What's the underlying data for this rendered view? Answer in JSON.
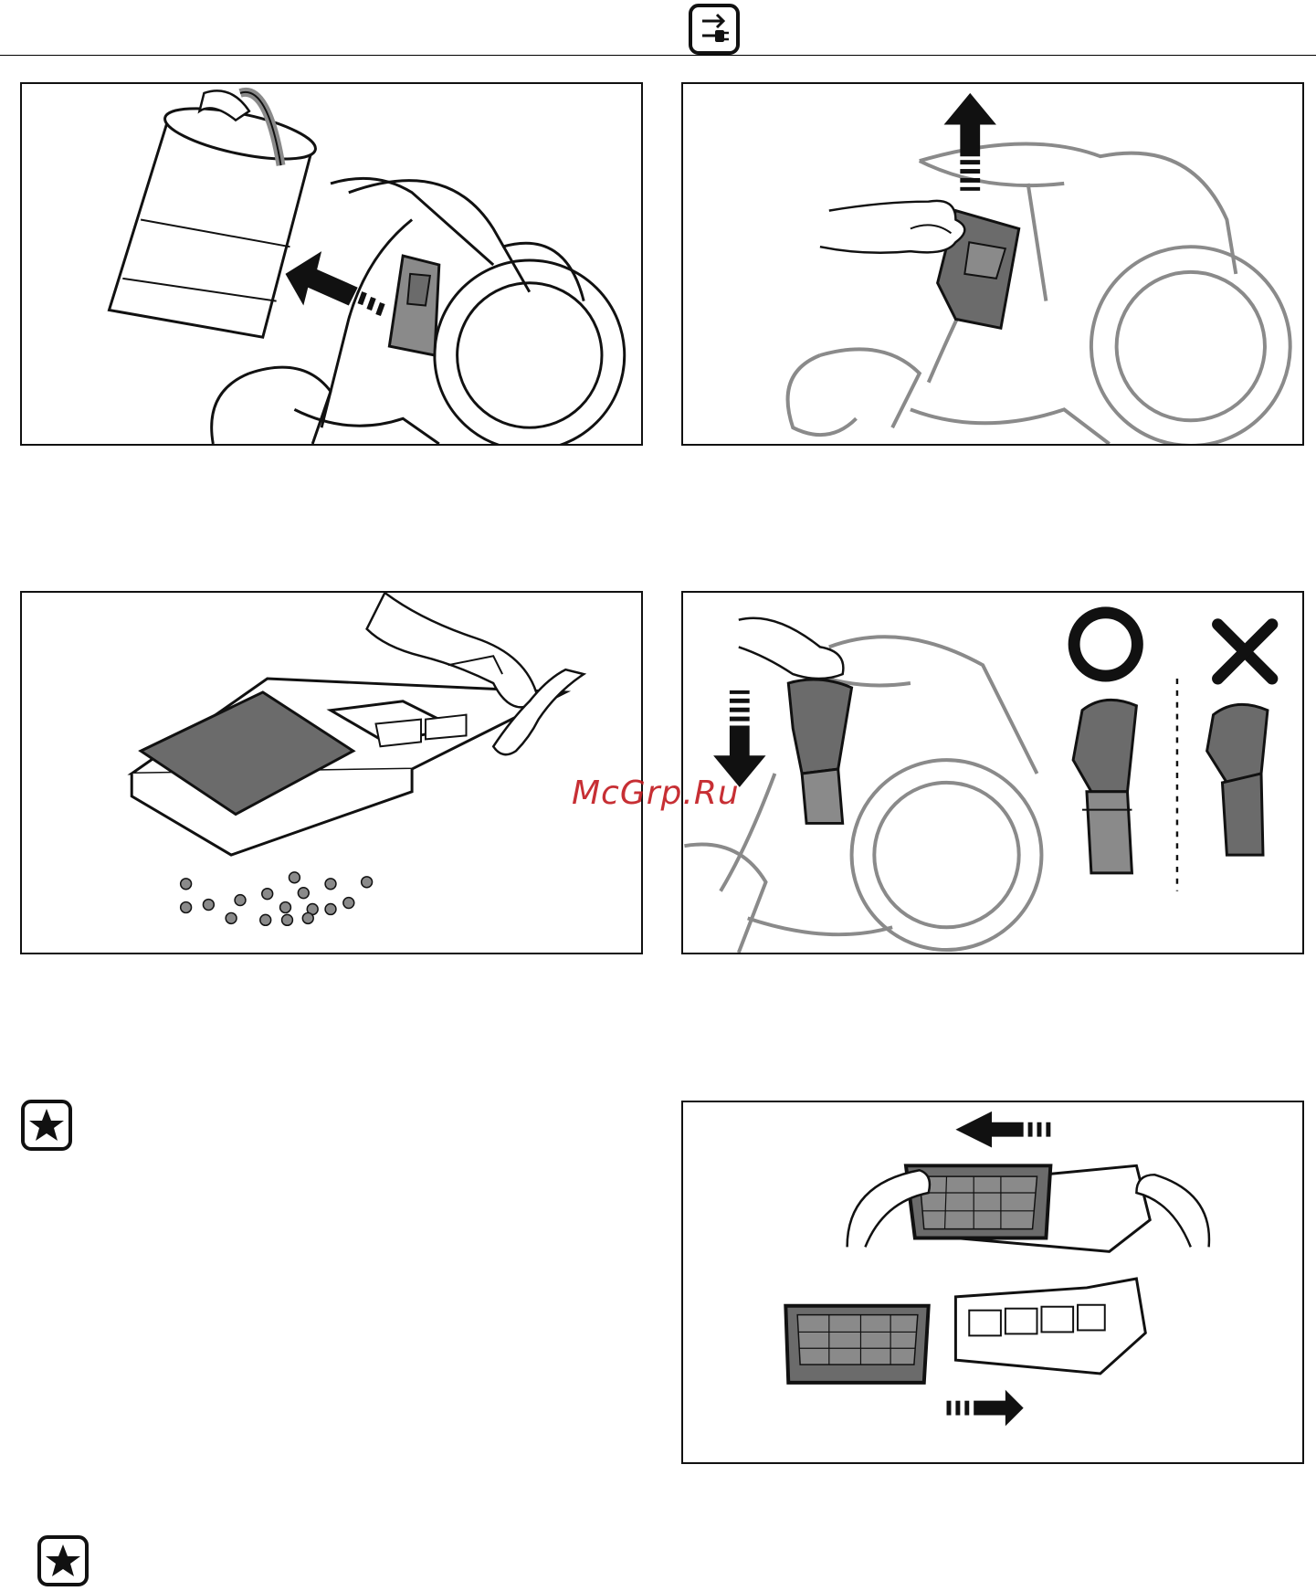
{
  "header": {
    "icon": "maintenance-plug-icon"
  },
  "panels": [
    {
      "id": "step-1",
      "icon": "detach-dust-bin-illustration"
    },
    {
      "id": "step-2",
      "icon": "lift-filter-holder-illustration"
    },
    {
      "id": "step-3",
      "icon": "tap-filter-clean-illustration"
    },
    {
      "id": "step-4",
      "icon": "reinsert-filter-holder-illustration"
    },
    {
      "id": "step-5",
      "icon": "replace-exhaust-filter-illustration"
    }
  ],
  "tips": [
    {
      "icon": "star-tip-icon"
    },
    {
      "icon": "star-tip-icon"
    }
  ],
  "watermark": {
    "text": "McGrp.Ru",
    "color": "#c2191f"
  },
  "colors": {
    "line": "#111111",
    "gray_machine": "#8a8a8a",
    "filter_fill": "#6b6b6b"
  }
}
